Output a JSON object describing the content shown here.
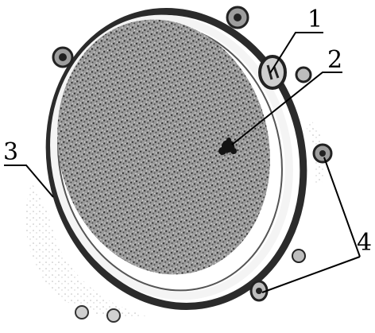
{
  "labels": {
    "one": "1",
    "two": "2",
    "three": "3",
    "four": "4"
  },
  "colors": {
    "ink": "#1a1a1a",
    "paper": "#ffffff",
    "cytoplasm": "#8d8d8d",
    "follicle": "#c9c9c9"
  }
}
